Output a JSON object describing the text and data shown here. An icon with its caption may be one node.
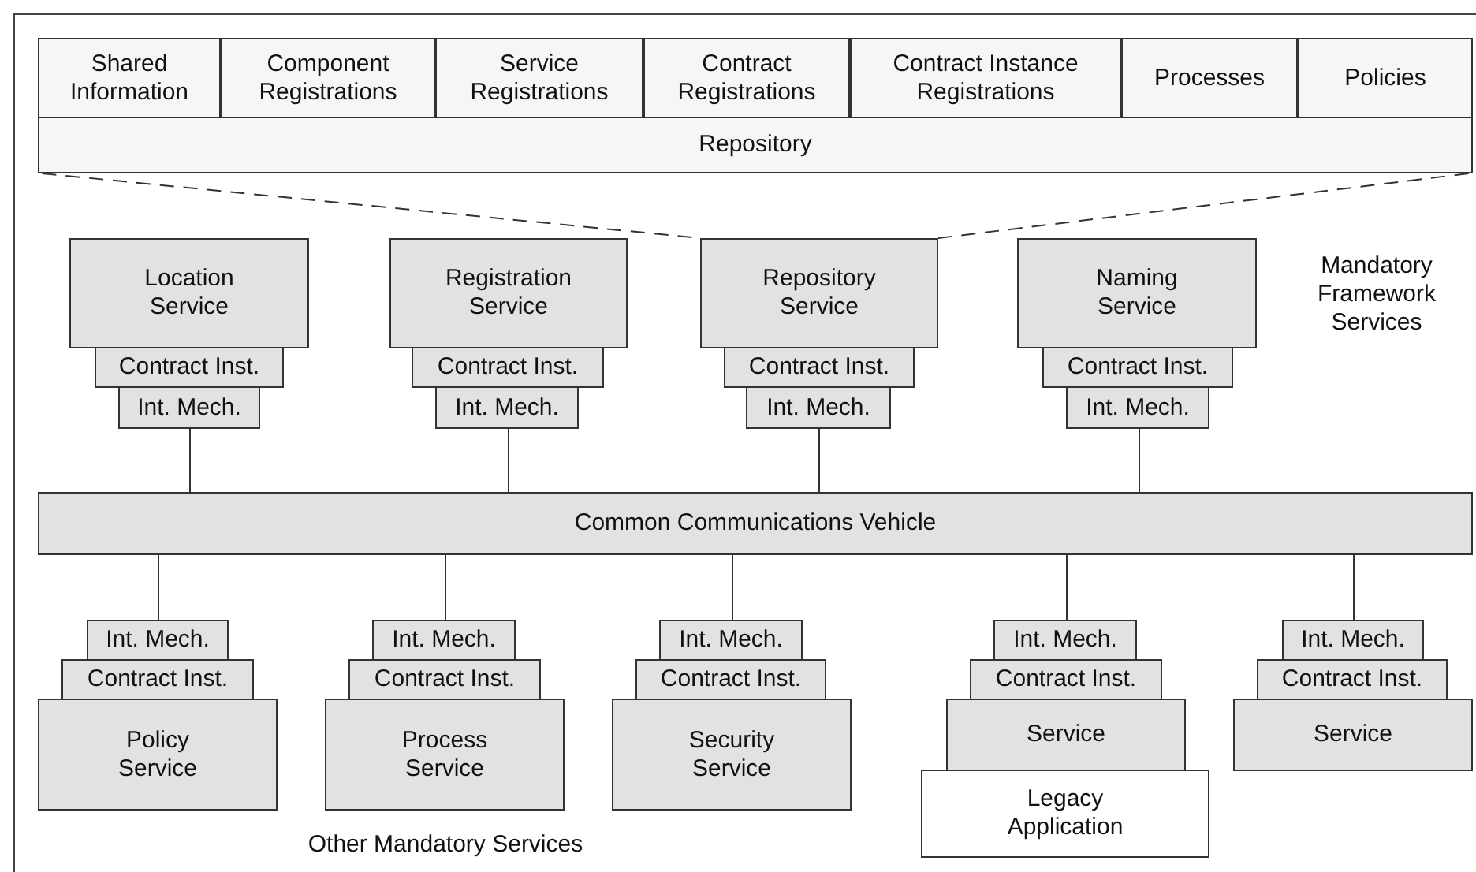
{
  "diagram": {
    "nodes": [
      {
        "text": [
          "Repository"
        ]
      },
      {
        "text": [
          "Shared Information"
        ],
        "in": 0
      },
      {
        "text": [
          "Component Registrations"
        ],
        "in": 0
      },
      {
        "text": [
          "Service Registrations"
        ],
        "in": 0
      },
      {
        "text": [
          "Contract Registrations"
        ],
        "in": 0
      },
      {
        "text": [
          "Contract Instance Registrations"
        ],
        "in": 0
      },
      {
        "text": [
          "Processes"
        ],
        "in": 0
      },
      {
        "text": [
          "Policies"
        ],
        "in": 0
      },
      {
        "text": [
          "Location Service"
        ]
      },
      {
        "text": [
          "Contract Inst."
        ]
      },
      {
        "text": [
          "Int. Mech."
        ]
      },
      {
        "text": [
          "Registration Service"
        ]
      },
      {
        "text": [
          "Contract Inst."
        ]
      },
      {
        "text": [
          "Int. Mech."
        ]
      },
      {
        "text": [
          "Repository Service"
        ]
      },
      {
        "text": [
          "Contract Inst."
        ]
      },
      {
        "text": [
          "Int. Mech."
        ]
      },
      {
        "text": [
          "Naming Service"
        ]
      },
      {
        "text": [
          "Contract Inst."
        ]
      },
      {
        "text": [
          "Int. Mech."
        ]
      },
      {
        "text": [
          "Common Communications Vehicle"
        ]
      },
      {
        "text": [
          "Int. Mech."
        ]
      },
      {
        "text": [
          "Contract Inst."
        ]
      },
      {
        "text": [
          "Policy Service"
        ]
      },
      {
        "text": [
          "Int. Mech."
        ]
      },
      {
        "text": [
          "Contract Inst."
        ]
      },
      {
        "text": [
          "Process Service"
        ]
      },
      {
        "text": [
          "Int. Mech."
        ]
      },
      {
        "text": [
          "Contract Inst."
        ]
      },
      {
        "text": [
          "Security Service"
        ]
      },
      {
        "text": [
          "Int. Mech."
        ]
      },
      {
        "text": [
          "Contract Inst."
        ]
      },
      {
        "text": [
          "Service"
        ]
      },
      {
        "text": [
          "Legacy Application"
        ]
      },
      {
        "text": [
          "Int. Mech."
        ]
      },
      {
        "text": [
          "Contract Inst."
        ]
      },
      {
        "text": [
          "Service"
        ]
      }
    ],
    "edges": [
      {
        "from": 0,
        "to": 14,
        "arrow": "none",
        "style": "dashed"
      },
      {
        "from": 0,
        "to": 14,
        "arrow": "none",
        "style": "dashed"
      },
      {
        "from": 10,
        "to": 20,
        "arrow": "none"
      },
      {
        "from": 13,
        "to": 20,
        "arrow": "none"
      },
      {
        "from": 16,
        "to": 20,
        "arrow": "none"
      },
      {
        "from": 19,
        "to": 20,
        "arrow": "none"
      },
      {
        "from": 20,
        "to": 21,
        "arrow": "none"
      },
      {
        "from": 20,
        "to": 24,
        "arrow": "none"
      },
      {
        "from": 20,
        "to": 27,
        "arrow": "none"
      },
      {
        "from": 20,
        "to": 30,
        "arrow": "none"
      },
      {
        "from": 20,
        "to": 34,
        "arrow": "none"
      }
    ],
    "labels": [
      "Mandatory Framework Services",
      "Other Mandatory Services"
    ]
  }
}
